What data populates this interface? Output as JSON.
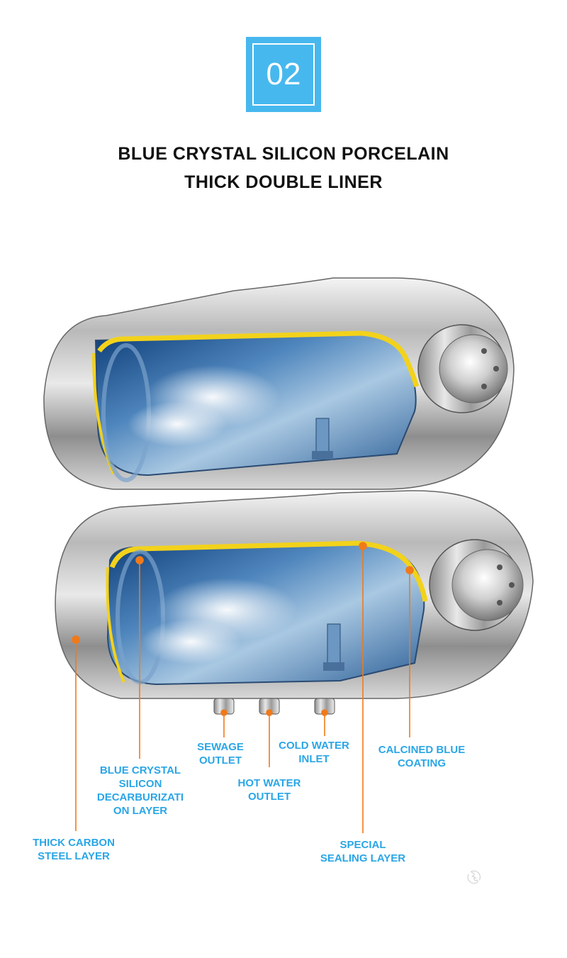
{
  "step_badge": "02",
  "heading": {
    "line1": "BLUE CRYSTAL SILICON PORCELAIN",
    "line2": "THICK DOUBLE LINER"
  },
  "labels": {
    "sewage_outlet": [
      "SEWAGE",
      "OUTLET"
    ],
    "cold_water_inlet": [
      "COLD WATER",
      "INLET"
    ],
    "calcined_blue_coating": [
      "CALCINED BLUE",
      "COATING"
    ],
    "blue_crystal_layer": [
      "BLUE CRYSTAL",
      "SILICON",
      "DECARBURIZATI",
      "ON LAYER"
    ],
    "hot_water_outlet": [
      "HOT WATER",
      "OUTLET"
    ],
    "thick_carbon_steel": [
      "THICK CARBON",
      "STEEL LAYER"
    ],
    "special_sealing": [
      "SPECIAL",
      "SEALING LAYER"
    ]
  },
  "colors": {
    "accent_blue": "#47b8ee",
    "label_blue": "#2aa6e6",
    "pointer_orange": "#f07a1a",
    "liner_yellow": "#f2d21b"
  }
}
